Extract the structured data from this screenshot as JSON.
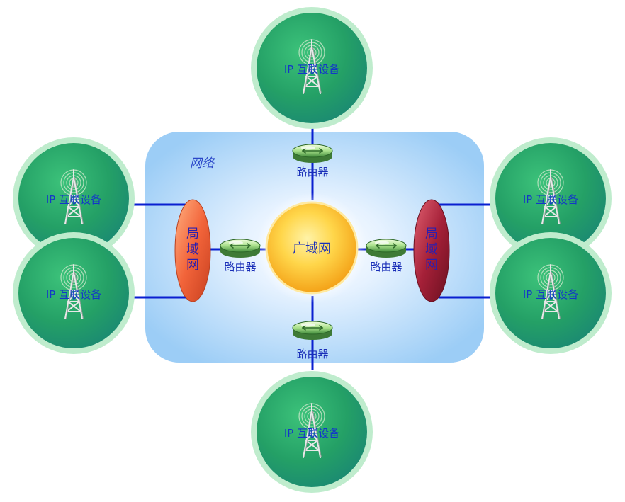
{
  "network": {
    "label": "网络"
  },
  "wan": {
    "label": "广域网"
  },
  "lan": {
    "left": [
      "局",
      "域",
      "网"
    ],
    "right": [
      "局",
      "域",
      "网"
    ]
  },
  "routers": {
    "top": "路由器",
    "left": "路由器",
    "right": "路由器",
    "bottom": "路由器"
  },
  "devices": {
    "top": "IP 互联设备",
    "left_upper": "IP 互联设备",
    "left_lower": "IP 互联设备",
    "right_upper": "IP 互联设备",
    "right_lower": "IP 互联设备",
    "bottom": "IP 互联设备"
  },
  "colors": {
    "link": "#0a1fd0",
    "device_green": "#2eaa6a",
    "device_rim": "#bff0cf",
    "wan_orange": "#f8b020",
    "lan_left": "#f06030",
    "lan_right": "#a0203a",
    "network_bg": "#a8d4f8"
  },
  "icons": {
    "device": "radio-tower-icon",
    "router": "router-icon"
  }
}
